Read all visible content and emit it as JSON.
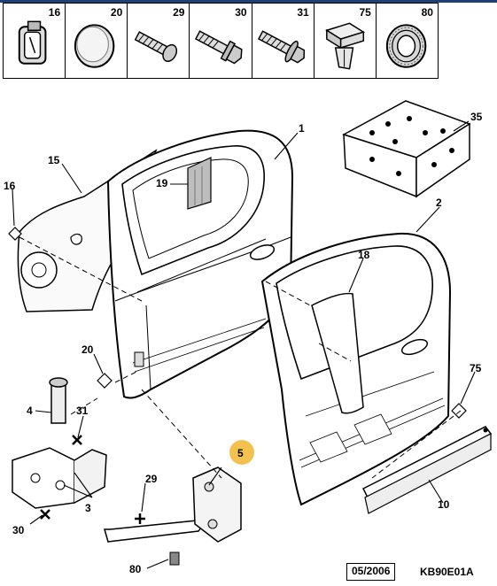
{
  "parts_strip": [
    {
      "number": "16",
      "icon": "grommet-clip-icon"
    },
    {
      "number": "20",
      "icon": "round-plug-icon"
    },
    {
      "number": "29",
      "icon": "screw-icon"
    },
    {
      "number": "30",
      "icon": "hex-bolt-icon"
    },
    {
      "number": "31",
      "icon": "flange-bolt-icon"
    },
    {
      "number": "75",
      "icon": "push-clip-icon"
    },
    {
      "number": "80",
      "icon": "ring-seal-icon"
    }
  ],
  "callouts": {
    "c1": "1",
    "c2": "2",
    "c3": "3",
    "c4": "4",
    "c5": "5",
    "c10": "10",
    "c15": "15",
    "c16": "16",
    "c18": "18",
    "c19": "19",
    "c20": "20",
    "c29": "29",
    "c30": "30",
    "c31": "31",
    "c35": "35",
    "c75": "75",
    "c80": "80"
  },
  "footer": {
    "date": "05/2006",
    "code": "KB90E01A"
  },
  "colors": {
    "highlight": "#f2c14e",
    "line": "#000000",
    "header_bar": "#1f3f77"
  }
}
